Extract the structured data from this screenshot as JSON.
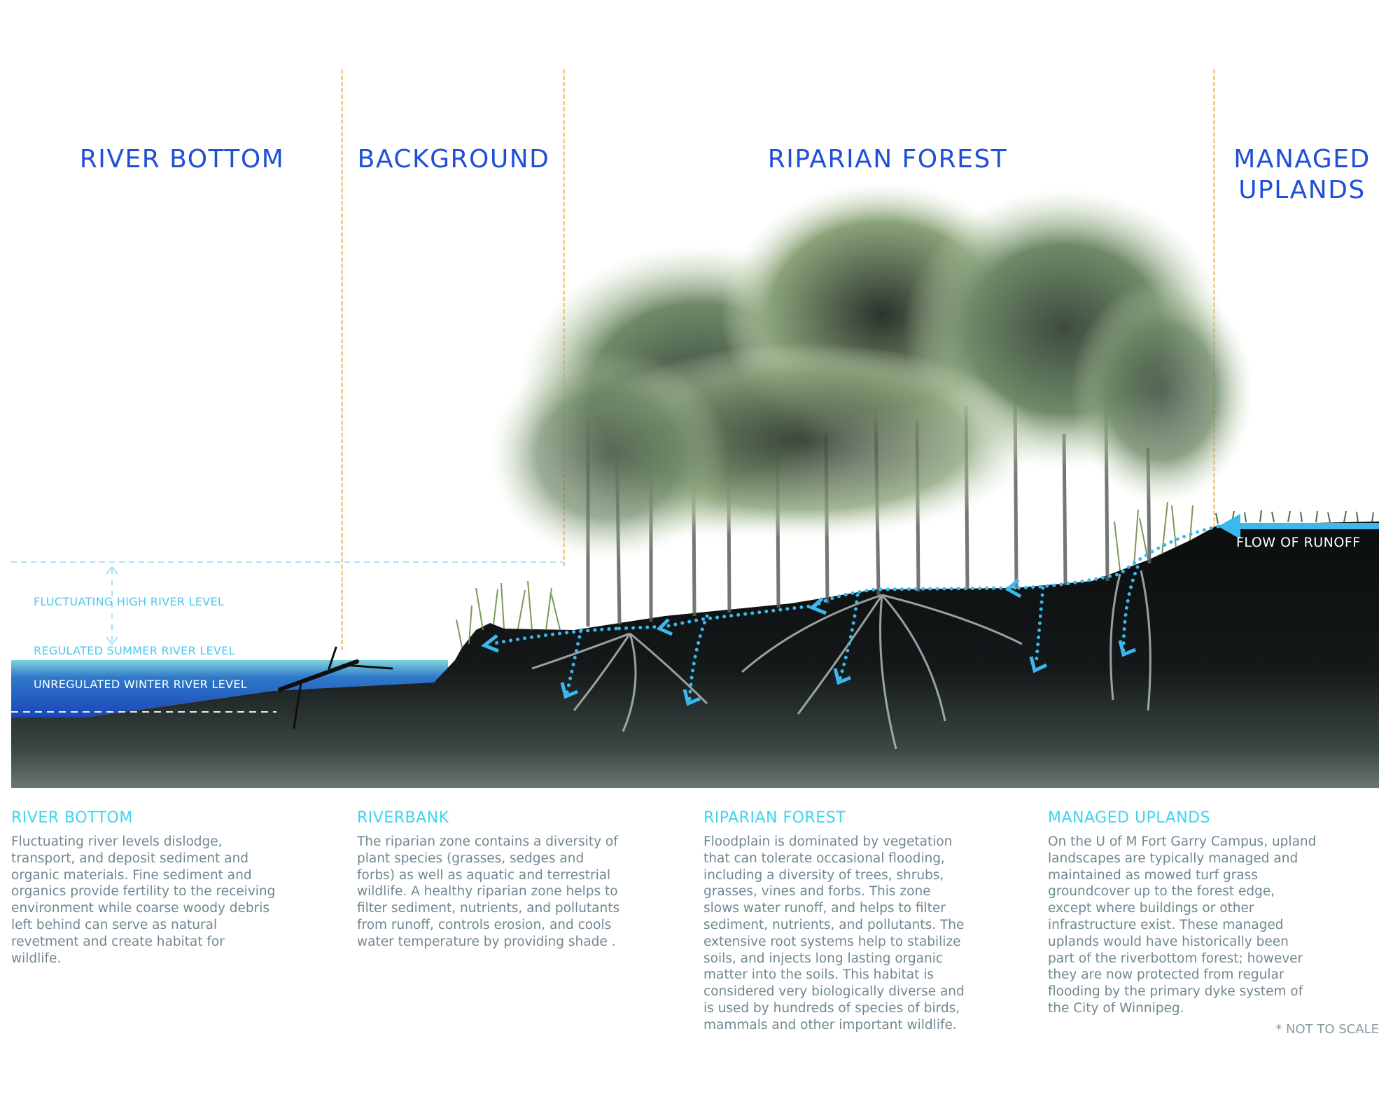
{
  "zones": [
    {
      "id": "river-bottom",
      "title": "RIVER BOTTOM"
    },
    {
      "id": "background",
      "title": "BACKGROUND"
    },
    {
      "id": "riparian-forest",
      "title": "RIPARIAN FOREST"
    },
    {
      "id": "managed-uplands",
      "title_line1": "MANAGED",
      "title_line2": "UPLANDS"
    }
  ],
  "river_levels": {
    "high": "FLUCTUATING HIGH RIVER LEVEL",
    "summer": "REGULATED SUMMER RIVER LEVEL",
    "winter": "UNREGULATED WINTER RIVER LEVEL"
  },
  "runoff": {
    "label": "FLOW OF RUNOFF"
  },
  "captions": [
    {
      "heading": "RIVER BOTTOM",
      "body": "Fluctuating river levels dislodge, transport, and deposit sediment and organic materials. Fine sediment and organics provide fertility to the receiving environment while coarse woody debris left behind can serve as natural revetment and create habitat for wildlife."
    },
    {
      "heading": "RIVERBANK",
      "body": "The riparian zone contains a diversity of plant species (grasses, sedges and forbs) as well as aquatic and terrestrial wildlife. A healthy riparian zone helps to filter sediment, nutrients, and pollutants from runoff, controls erosion, and cools water temperature by providing shade ."
    },
    {
      "heading": "RIPARIAN FOREST",
      "body": "Floodplain is dominated by vegetation that can tolerate occasional flooding, including a diversity of trees, shrubs, grasses, vines and forbs. This zone slows water runoff, and helps to filter sediment, nutrients, and pollutants. The extensive root systems help to stabilize soils, and injects long lasting organic matter into the soils. This habitat is considered very biologically diverse and is used by hundreds of species of birds, mammals and other important wildlife."
    },
    {
      "heading": "MANAGED UPLANDS",
      "body": "On the U of M Fort Garry Campus, upland landscapes are typically managed and maintained as mowed turf grass groundcover up to the forest edge, except where buildings or other infrastructure exist. These managed uplands would have historically been part of the riverbottom forest; however they are now protected from regular flooding by the primary dyke system of the City of Winnipeg."
    }
  ],
  "note": "* NOT TO SCALE",
  "colors": {
    "zone_title": "#1f4fd8",
    "caption_heading": "#3fd4ee",
    "caption_body": "#6f8790",
    "divider": "#f9cf8c",
    "flow_arrow": "#3bb8ee",
    "soil": "#0e1011",
    "water_top": "#5fc6d4",
    "water_deep": "#1d4fc4"
  }
}
